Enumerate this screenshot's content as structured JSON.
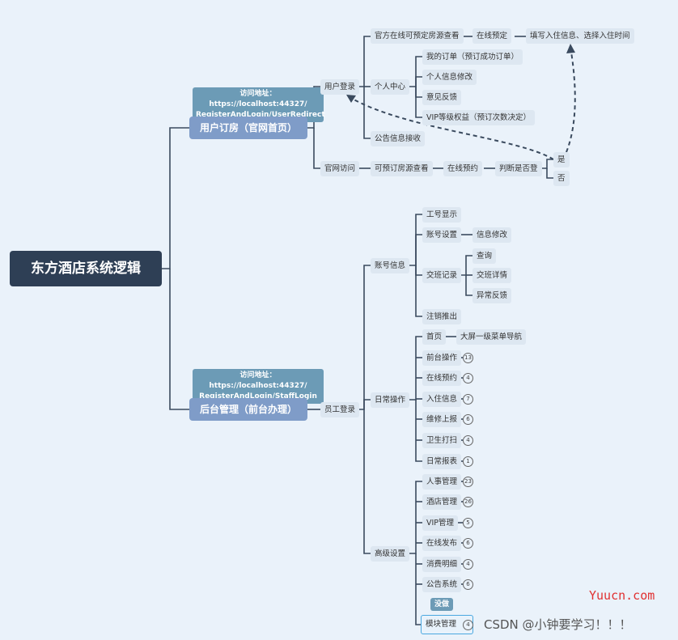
{
  "root": "东方酒店系统逻辑",
  "user_branch": {
    "title": "用户订房（官网首页）",
    "callout_line1": "访问地址：https://localhost:44327/",
    "callout_line2": "RegisterAndLogin/UserRedirect",
    "login": "用户登录",
    "preorder": "官方在线可预定房源查看",
    "online_reserve": "在线预定",
    "fill_info": "填写入住信息、选择入住时间",
    "personal_center": "个人中心",
    "pc_items": [
      "我的订单（预订成功订单）",
      "个人信息修改",
      "意见反馈",
      "VIP等级权益（预订次数决定）"
    ],
    "notice": "公告信息接收",
    "visit": "官网访问",
    "view_rooms": "可预订房源查看",
    "visit_reserve": "在线预约",
    "check_login": "判断是否登",
    "yes": "是",
    "no": "否"
  },
  "staff_branch": {
    "title": "后台管理（前台办理）",
    "callout_line1": "访问地址：https://localhost:44327/",
    "callout_line2": "RegisterAndLogin/StaffLogin",
    "login": "员工登录",
    "account": "账号信息",
    "account_items": {
      "id_show": "工号显示",
      "settings": "账号设置",
      "info_edit": "信息修改",
      "shift_record": "交班记录",
      "shift_sub": [
        "查询",
        "交班详情",
        "异常反馈"
      ],
      "logout": "注销推出"
    },
    "daily": "日常操作",
    "daily_home": "首页",
    "daily_home_sub": "大屏一级菜单导航",
    "daily_items": [
      {
        "label": "前台操作",
        "count": "13"
      },
      {
        "label": "在线预约",
        "count": "4"
      },
      {
        "label": "入住信息",
        "count": "7"
      },
      {
        "label": "维修上报",
        "count": "6"
      },
      {
        "label": "卫生打扫",
        "count": "4"
      },
      {
        "label": "日常报表",
        "count": "1"
      }
    ],
    "advanced": "高级设置",
    "advanced_items": [
      {
        "label": "人事管理",
        "count": "23"
      },
      {
        "label": "酒店管理",
        "count": "26"
      },
      {
        "label": "VIP管理",
        "count": "5"
      },
      {
        "label": "在线发布",
        "count": "6"
      },
      {
        "label": "消费明细",
        "count": "4"
      },
      {
        "label": "公告系统",
        "count": "6"
      },
      {
        "label": "模块管理",
        "count": "4"
      }
    ],
    "todo_tag": "没做"
  },
  "watermark_site": "Yuucn.com",
  "watermark_csdn": "CSDN @小钟要学习！！！",
  "colors": {
    "background": "#eaf2fa",
    "root": "#2e3f55",
    "main": "#7f9cc8",
    "callout": "#6c9bb6",
    "node": "#dde7f1"
  }
}
